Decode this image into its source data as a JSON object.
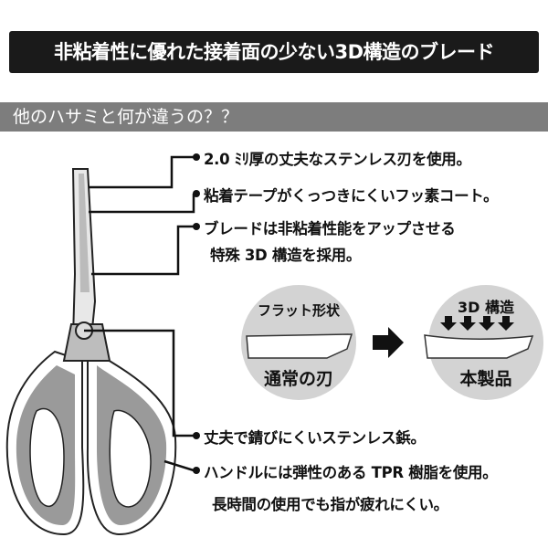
{
  "header": {
    "title": "非粘着性に優れた接着面の少ない3D構造のブレード"
  },
  "subheader": {
    "title": "他のハサミと何が違うの？？"
  },
  "features": [
    {
      "text": "2.0 ﾐﾘ厚の丈夫なステンレス刃を使用。"
    },
    {
      "text": "粘着テープがくっつきにくいフッ素コート。"
    },
    {
      "text": "ブレードは非粘着性能をアップさせる",
      "text2": "特殊 3D 構造を採用。"
    },
    {
      "text": "丈夫で錆びにくいステンレス鋲。"
    },
    {
      "text": "ハンドルには弾性のある TPR 樹脂を使用。",
      "text2": "長時間の使用でも指が疲れにくい。"
    }
  ],
  "comparison": {
    "left": {
      "top": "フラット形状",
      "bottom": "通常の刃"
    },
    "right": {
      "top": "3D 構造",
      "bottom": "本製品"
    }
  },
  "colors": {
    "header_bg": "#1a1a1a",
    "subheader_bg": "#7d7d7d",
    "circle": "#d3d3d3",
    "handle": "#9a9a9a"
  }
}
